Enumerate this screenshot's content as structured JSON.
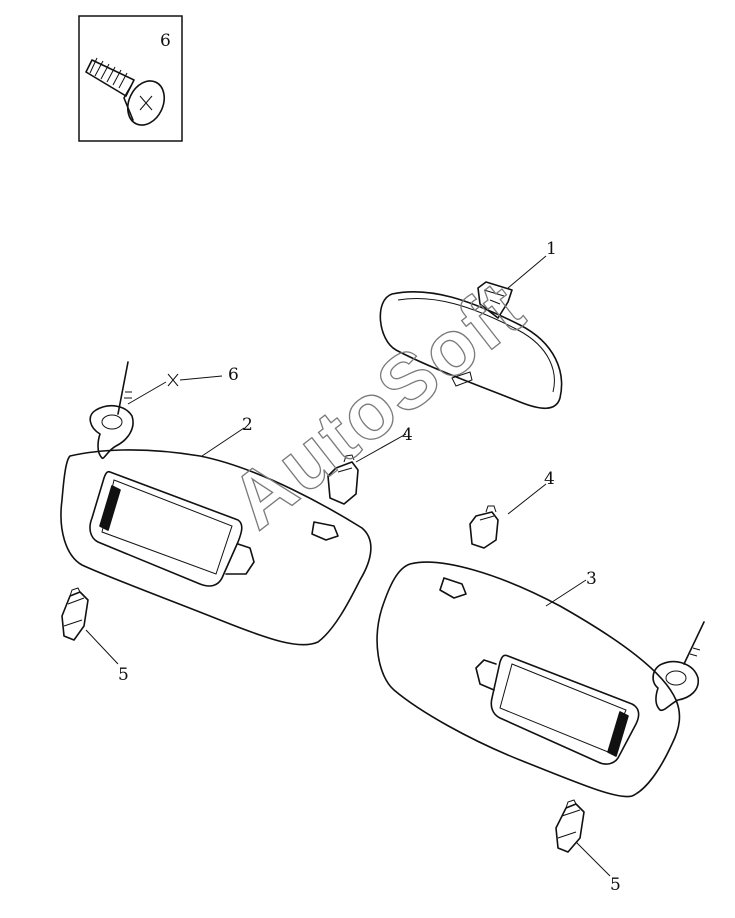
{
  "callouts": {
    "inset_label": "6",
    "mirror": "1",
    "visor_left": "2",
    "visor_right": "3",
    "clip": "4",
    "bulb_left": "5",
    "bulb_right": "5",
    "clip_left": "4",
    "screw_ref": "6"
  },
  "watermark": "AutoSoft",
  "colors": {
    "line": "#111111",
    "watermark": "#7a7a7a",
    "background": "#ffffff"
  }
}
